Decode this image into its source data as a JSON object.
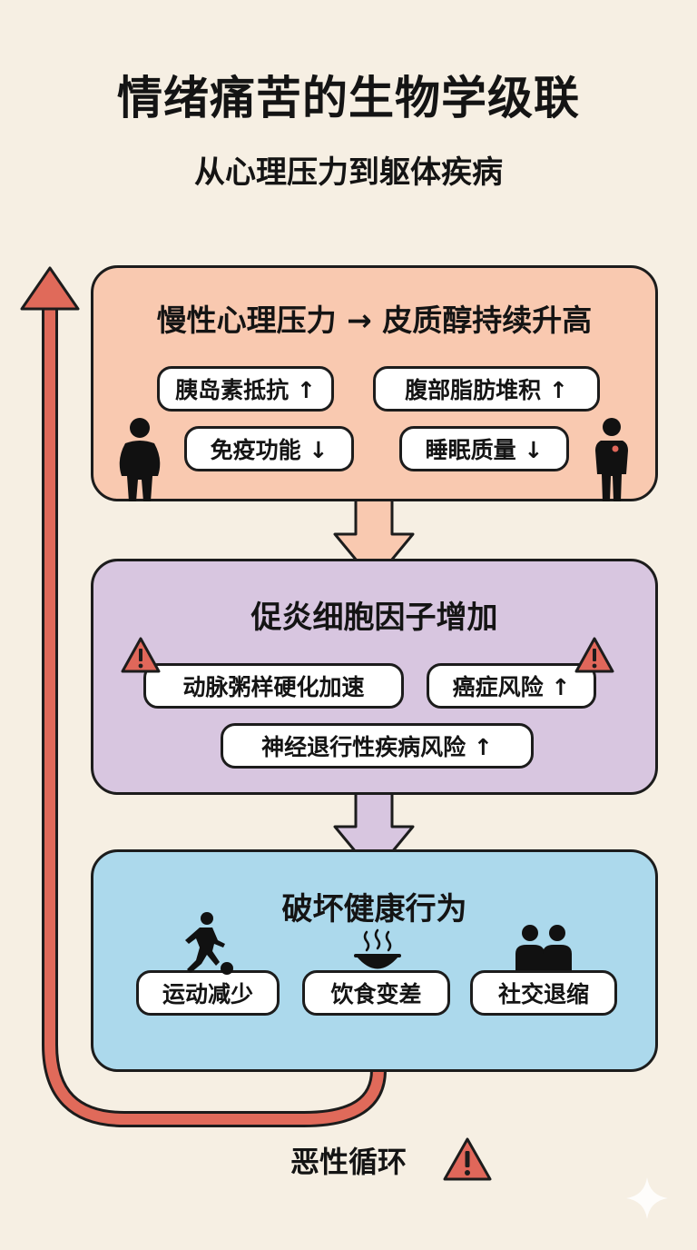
{
  "header": {
    "title": "情绪痛苦的生物学级联",
    "subtitle": "从心理压力到躯体疾病"
  },
  "stages": [
    {
      "heading": "慢性心理压力 → 皮质醇持续升高",
      "items": [
        "胰岛素抵抗 ↑",
        "腹部脂肪堆积 ↑",
        "免疫功能 ↓",
        "睡眠质量 ↓"
      ]
    },
    {
      "heading": "促炎细胞因子增加",
      "items": [
        "动脉粥样硬化加速",
        "癌症风险 ↑",
        "神经退行性疾病风险 ↑"
      ]
    },
    {
      "heading": "破坏健康行为",
      "items": [
        "运动减少",
        "饮食变差",
        "社交退缩"
      ]
    }
  ],
  "footer": {
    "label": "恶性循环"
  },
  "colors": {
    "background": "#f6efe3",
    "stage_1": "#f9c9b0",
    "stage_2": "#d8c6e0",
    "stage_3": "#acd9ec",
    "cycle_arrow": "#e06a5a",
    "warning": "#e0675a"
  },
  "icons": [
    "person-icon",
    "warning-icon",
    "soccer-player-icon",
    "food-bowl-icon",
    "people-pair-icon",
    "sparkle-icon"
  ]
}
